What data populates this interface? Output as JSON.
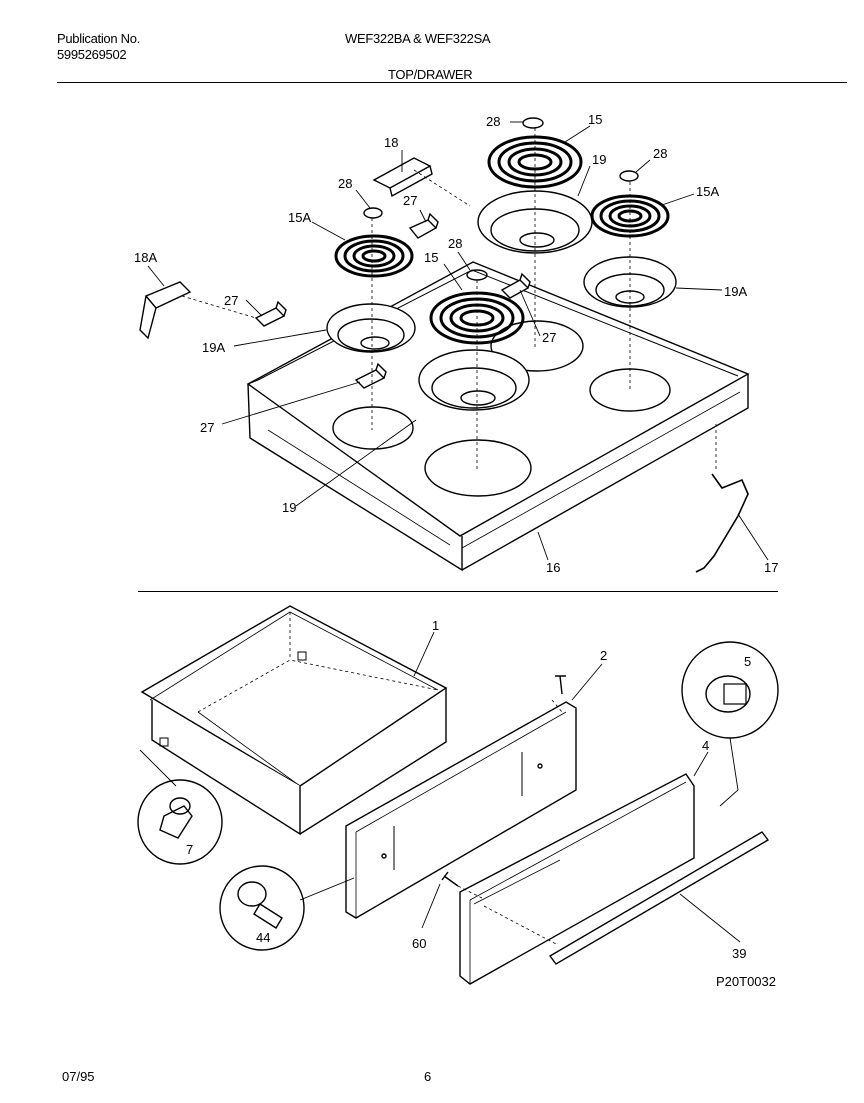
{
  "header": {
    "publication_label": "Publication No.",
    "publication_number": "5995269502",
    "models": "WEF322BA & WEF322SA",
    "section": "TOP/DRAWER"
  },
  "callouts": {
    "c28a": "28",
    "c15a": "15",
    "c18": "18",
    "c19a": "19",
    "c28b": "28",
    "c28c": "28",
    "c15Aa": "15A",
    "c27a": "27",
    "c15Ab": "15A",
    "c18A": "18A",
    "c28d": "28",
    "c15b": "15",
    "c19Aa": "19A",
    "c27b": "27",
    "c27c": "27",
    "c19Ab": "19A",
    "c27d": "27",
    "c19b": "19",
    "c16": "16",
    "c17": "17",
    "c1": "1",
    "c2": "2",
    "c5": "5",
    "c4": "4",
    "c7": "7",
    "c44": "44",
    "c60": "60",
    "c39": "39"
  },
  "drawing_code": "P20T0032",
  "footer": {
    "date": "07/95",
    "page": "6"
  }
}
